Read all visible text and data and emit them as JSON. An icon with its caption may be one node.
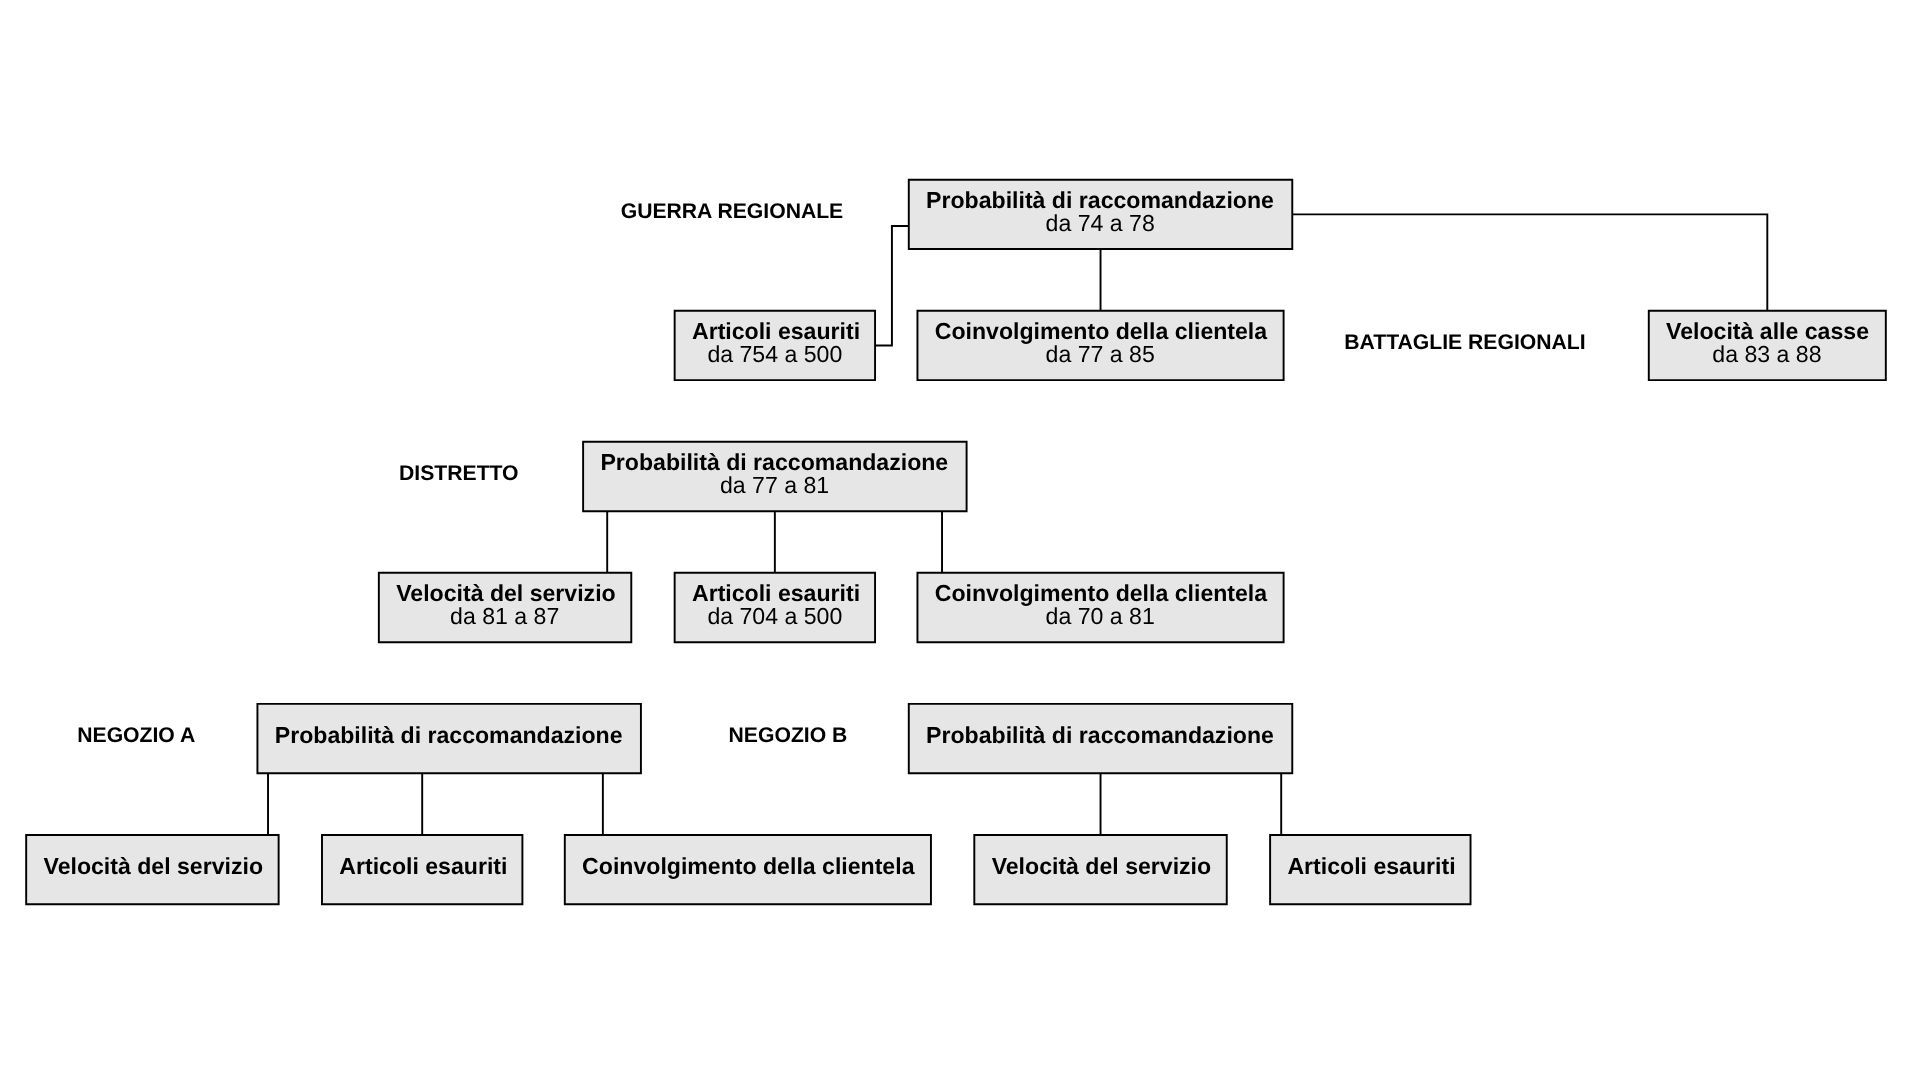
{
  "diagram": {
    "nodes": [
      {
        "text": [
          "Probabilità di raccomandazione",
          "da 74 a 78"
        ],
        "beside": [
          "GUERRA REGIONALE"
        ]
      },
      {
        "text": [
          "Velocità alle casse",
          "da 83 a 88"
        ],
        "beside": [
          "BATTAGLIE REGIONALI"
        ]
      },
      {
        "text": [
          "Articoli esauriti",
          "da 754 a 500"
        ]
      },
      {
        "text": [
          "Coinvolgimento della clientela",
          "da 77 a 85"
        ]
      },
      {
        "text": [
          "Probabilità di raccomandazione",
          "da 77 a 81"
        ],
        "beside": [
          "DISTRETTO"
        ]
      },
      {
        "text": [
          "Velocità del servizio",
          "da 81 a 87"
        ]
      },
      {
        "text": [
          "Articoli esauriti",
          "da 704 a 500"
        ]
      },
      {
        "text": [
          "Coinvolgimento della clientela",
          "da 70 a 81"
        ]
      },
      {
        "text": [
          "Probabilità di raccomandazione"
        ],
        "beside": [
          "NEGOZIO A"
        ]
      },
      {
        "text": [
          "Velocità del servizio"
        ]
      },
      {
        "text": [
          "Articoli esauriti"
        ]
      },
      {
        "text": [
          "Coinvolgimento della clientela"
        ]
      },
      {
        "text": [
          "Probabilità di raccomandazione"
        ],
        "beside": [
          "NEGOZIO B"
        ]
      },
      {
        "text": [
          "Velocità del servizio"
        ]
      },
      {
        "text": [
          "Articoli esauriti"
        ]
      }
    ],
    "edges": [
      {
        "from": 0,
        "to": 1,
        "arrow": "none"
      },
      {
        "from": 0,
        "to": 2,
        "arrow": "none"
      },
      {
        "from": 0,
        "to": 3,
        "arrow": "none"
      },
      {
        "from": 4,
        "to": 5,
        "arrow": "none"
      },
      {
        "from": 4,
        "to": 6,
        "arrow": "none"
      },
      {
        "from": 4,
        "to": 7,
        "arrow": "none"
      },
      {
        "from": 8,
        "to": 9,
        "arrow": "none"
      },
      {
        "from": 8,
        "to": 10,
        "arrow": "none"
      },
      {
        "from": 8,
        "to": 11,
        "arrow": "none"
      },
      {
        "from": 12,
        "to": 13,
        "arrow": "none"
      },
      {
        "from": 12,
        "to": 14,
        "arrow": "none"
      }
    ]
  }
}
